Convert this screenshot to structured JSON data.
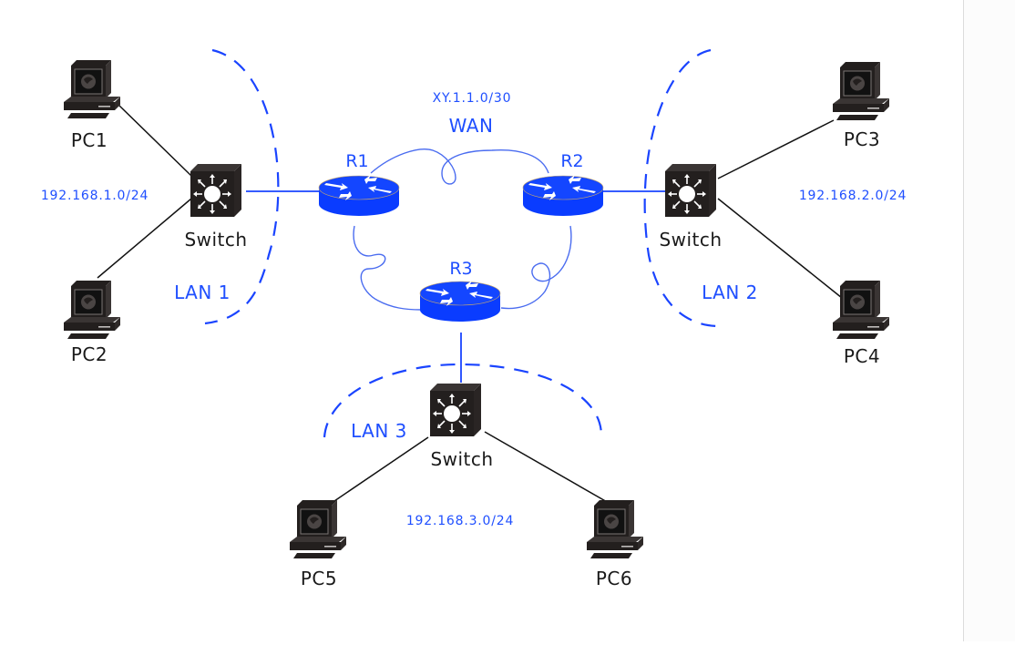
{
  "colors": {
    "router_fill": "#0a3cff",
    "router_top": "#1446ff",
    "device_dark": "#231f1e",
    "link_lan": "#111111",
    "link_blue": "#1a44ff",
    "wan_cable": "#4a6cf0",
    "lan_boundary": "#1a44ff",
    "label_blue": "#1f4fff",
    "label_dark": "#1a1a1a"
  },
  "wan": {
    "network": "XY.1.1.0/30",
    "label": "WAN"
  },
  "routers": [
    {
      "id": "R1",
      "label": "R1"
    },
    {
      "id": "R2",
      "label": "R2"
    },
    {
      "id": "R3",
      "label": "R3"
    }
  ],
  "lans": [
    {
      "id": "lan1",
      "label": "LAN 1",
      "network": "192.168.1.0/24",
      "switch_label": "Switch",
      "router": "R1",
      "pcs": [
        "PC1",
        "PC2"
      ]
    },
    {
      "id": "lan2",
      "label": "LAN 2",
      "network": "192.168.2.0/24",
      "switch_label": "Switch",
      "router": "R2",
      "pcs": [
        "PC3",
        "PC4"
      ]
    },
    {
      "id": "lan3",
      "label": "LAN 3",
      "network": "192.168.3.0/24",
      "switch_label": "Switch",
      "router": "R3",
      "pcs": [
        "PC5",
        "PC6"
      ]
    }
  ]
}
